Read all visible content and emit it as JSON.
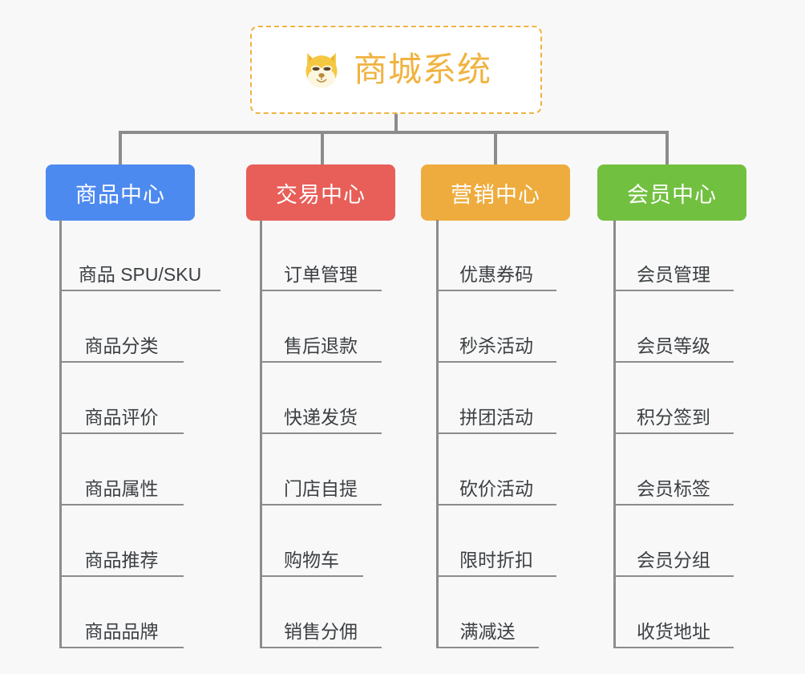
{
  "diagram": {
    "background_color": "#f8f8f8",
    "line_color": "#8c8c8c",
    "root": {
      "icon_name": "shiba-dog-face-icon",
      "title": "商城系统",
      "title_color": "#f0b340",
      "border_color": "#f0b340",
      "fill_color": "#ffffff"
    },
    "categories": [
      {
        "id": "product-center",
        "label": "商品中心",
        "color": "#4d8af0",
        "items": [
          "商品 SPU/SKU",
          "商品分类",
          "商品评价",
          "商品属性",
          "商品推荐",
          "商品品牌"
        ]
      },
      {
        "id": "trade-center",
        "label": "交易中心",
        "color": "#e75f58",
        "items": [
          "订单管理",
          "售后退款",
          "快递发货",
          "门店自提",
          "购物车",
          "销售分佣"
        ]
      },
      {
        "id": "marketing-center",
        "label": "营销中心",
        "color": "#eeac3e",
        "items": [
          "优惠券码",
          "秒杀活动",
          "拼团活动",
          "砍价活动",
          "限时折扣",
          "满减送"
        ]
      },
      {
        "id": "member-center",
        "label": "会员中心",
        "color": "#72c040",
        "items": [
          "会员管理",
          "会员等级",
          "积分签到",
          "会员标签",
          "会员分组",
          "收货地址"
        ]
      }
    ]
  }
}
